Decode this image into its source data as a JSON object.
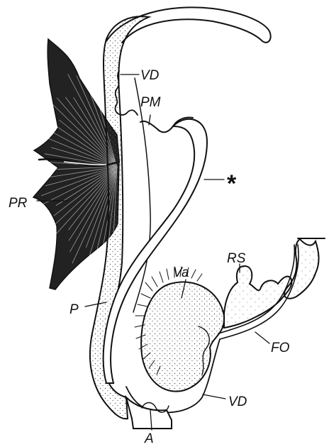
{
  "figure": {
    "labels": {
      "vd_top": "VD",
      "pm": "PM",
      "star": "*",
      "pr": "PR",
      "rs": "RS",
      "va": "Va",
      "p": "P",
      "fo": "FO",
      "vd_bottom": "VD",
      "a": "A"
    },
    "colors": {
      "ink": "#111111",
      "paper": "#ffffff",
      "stipple": "#555555"
    }
  }
}
